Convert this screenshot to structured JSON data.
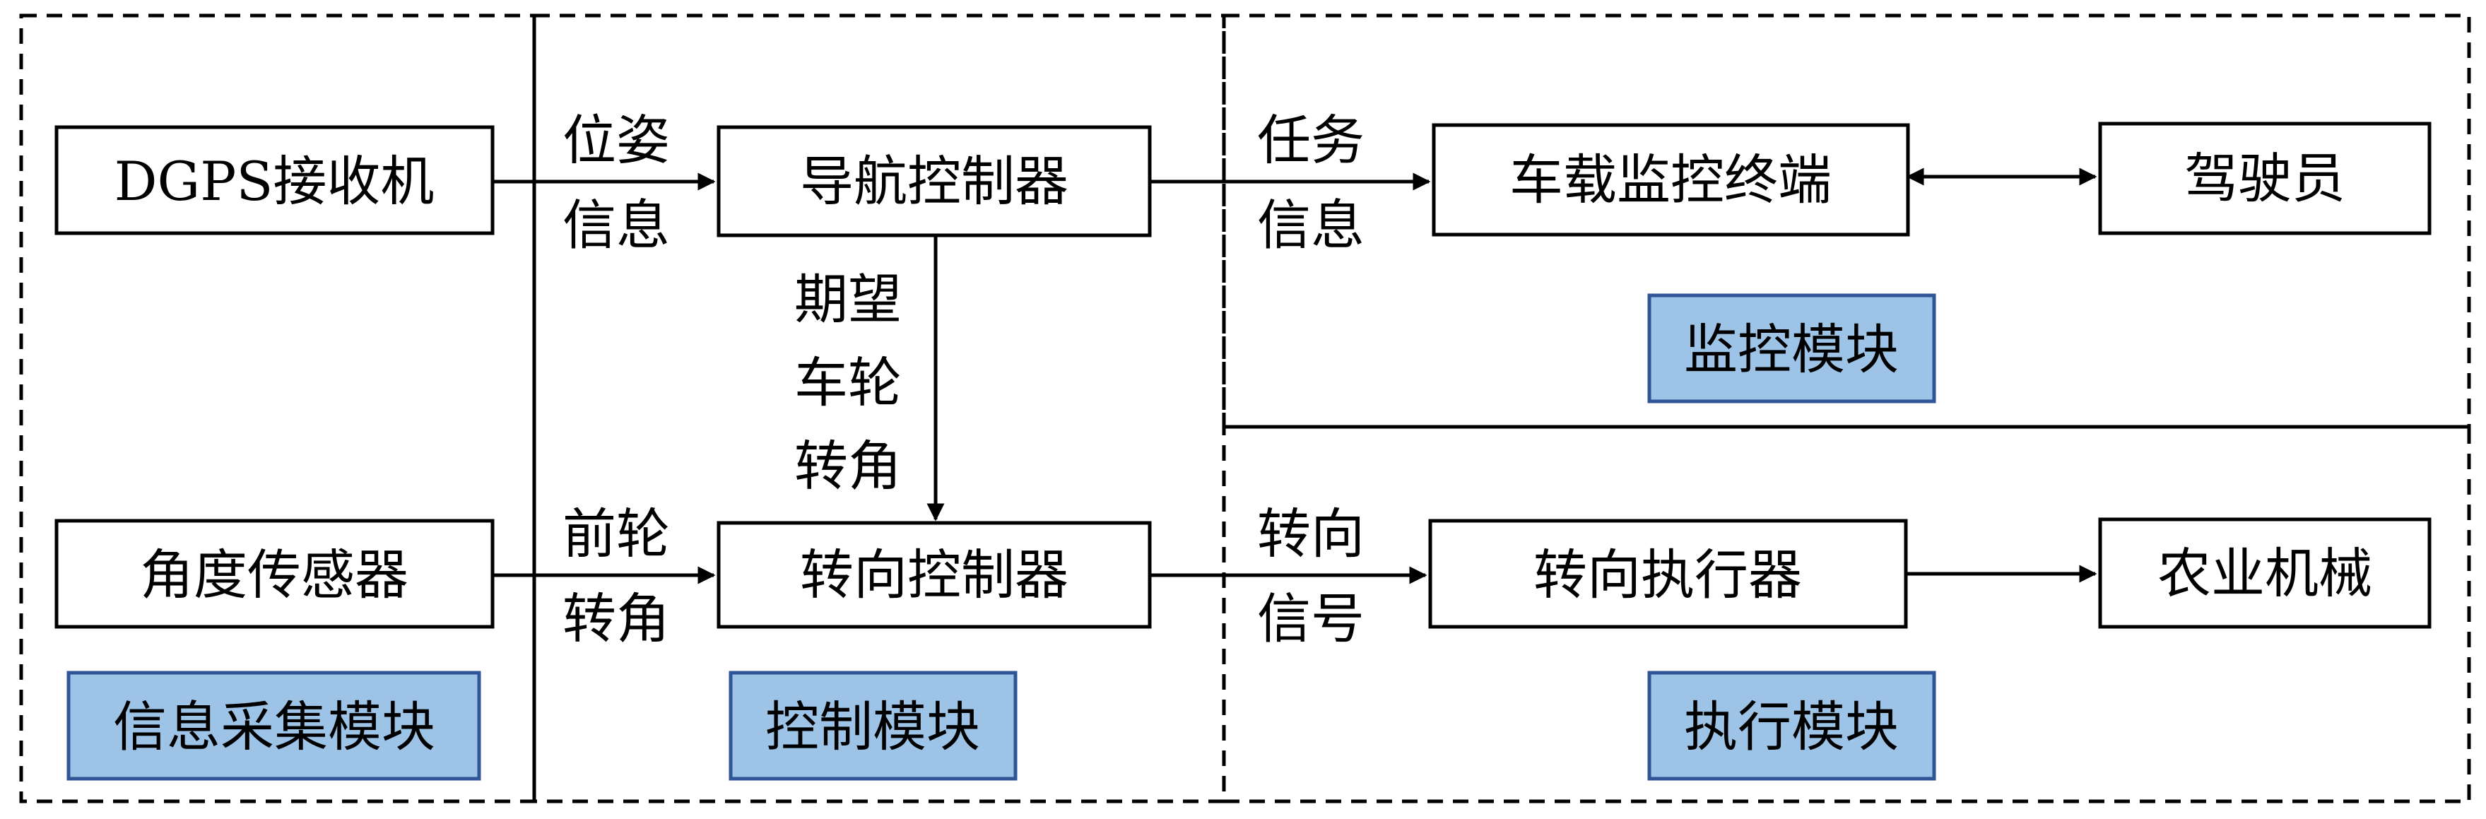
{
  "nodes": {
    "dgps": "DGPS接收机",
    "angle_sensor": "角度传感器",
    "nav_ctrl": "导航控制器",
    "steer_ctrl": "转向控制器",
    "terminal": "车载监控终端",
    "driver": "驾驶员",
    "actuator": "转向执行器",
    "machine": "农业机械"
  },
  "modules": {
    "collect": "信息采集模块",
    "control": "控制模块",
    "monitor": "监控模块",
    "execute": "执行模块"
  },
  "edge_labels": {
    "pose_1": "位姿",
    "pose_2": "信息",
    "wheel_1": "前轮",
    "wheel_2": "转角",
    "task_1": "任务",
    "task_2": "信息",
    "expect_1": "期望",
    "expect_2": "车轮",
    "expect_3": "转角",
    "signal_1": "转向",
    "signal_2": "信号"
  },
  "colors": {
    "module_fill": "#9DC3E6",
    "module_border": "#2F5597",
    "line": "#000000"
  }
}
